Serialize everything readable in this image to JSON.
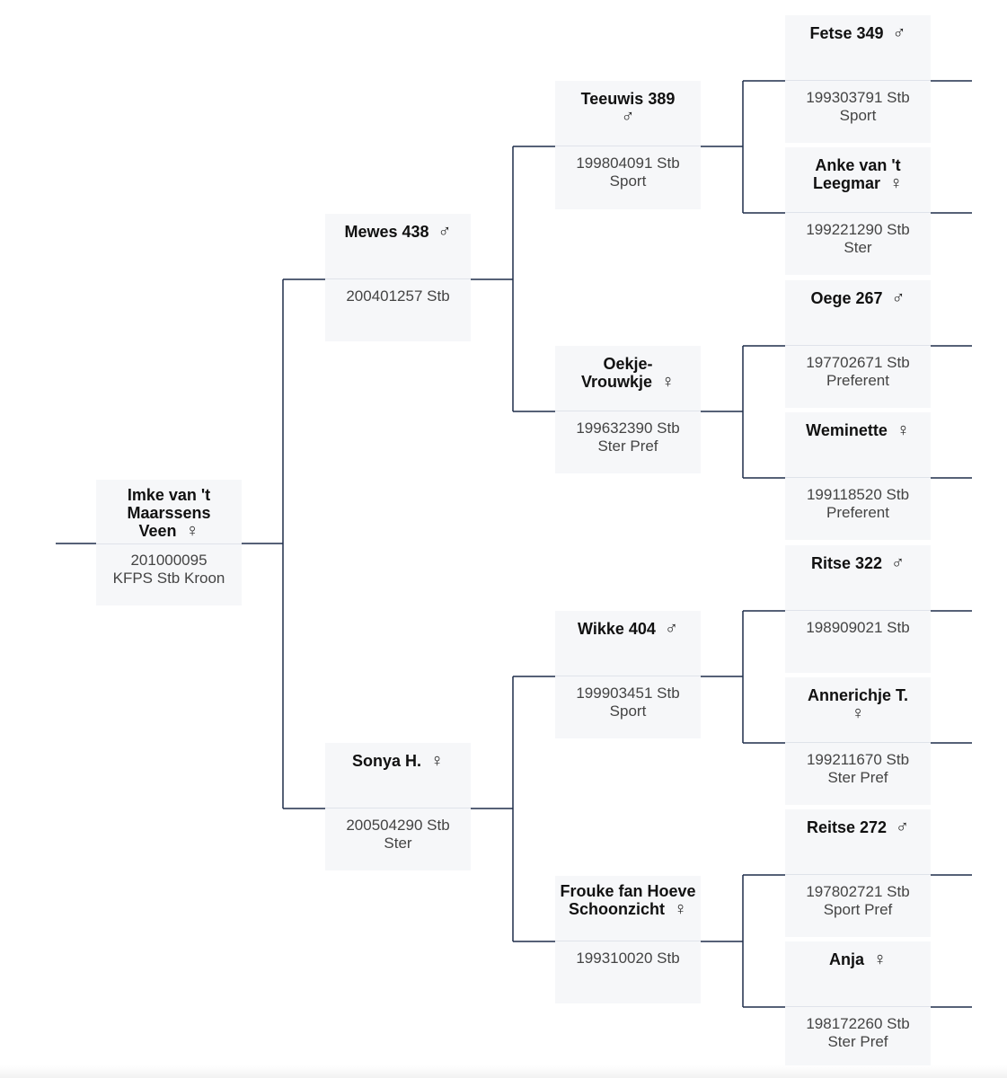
{
  "colors": {
    "line": "#1f2d4a",
    "card": "#f6f7f9",
    "separator": "#dfe3ea"
  },
  "pedigree": {
    "subject": {
      "name": "Imke van 't Maarssens Veen",
      "sex": "female-icon",
      "sex_glyph": "♀",
      "reg": "201000095\nKFPS Stb Kroon"
    },
    "sire": {
      "name": "Mewes 438",
      "sex": "male-icon",
      "sex_glyph": "♂",
      "reg": "200401257 Stb"
    },
    "dam": {
      "name": "Sonya H.",
      "sex": "female-icon",
      "sex_glyph": "♀",
      "reg": "200504290 Stb\nSter"
    },
    "sire_sire": {
      "name": "Teeuwis 389",
      "sex": "male-icon",
      "sex_glyph": "♂",
      "reg": "199804091 Stb\nSport"
    },
    "sire_dam": {
      "name": "Oekje-Vrouwkje",
      "sex": "female-icon",
      "sex_glyph": "♀",
      "reg": "199632390 Stb\nSter Pref"
    },
    "dam_sire": {
      "name": "Wikke 404",
      "sex": "male-icon",
      "sex_glyph": "♂",
      "reg": "199903451 Stb\nSport"
    },
    "dam_dam": {
      "name": "Frouke fan Hoeve Schoonzicht",
      "sex": "female-icon",
      "sex_glyph": "♀",
      "reg": "199310020 Stb"
    },
    "ss_sire": {
      "name": "Fetse 349",
      "sex": "male-icon",
      "sex_glyph": "♂",
      "reg": "199303791 Stb\nSport"
    },
    "ss_dam": {
      "name": "Anke van 't Leegmar",
      "sex": "female-icon",
      "sex_glyph": "♀",
      "reg": "199221290 Stb\nSter"
    },
    "sd_sire": {
      "name": "Oege 267",
      "sex": "male-icon",
      "sex_glyph": "♂",
      "reg": "197702671 Stb\nPreferent"
    },
    "sd_dam": {
      "name": "Weminette",
      "sex": "female-icon",
      "sex_glyph": "♀",
      "reg": "199118520 Stb\nPreferent"
    },
    "ds_sire": {
      "name": "Ritse 322",
      "sex": "male-icon",
      "sex_glyph": "♂",
      "reg": "198909021 Stb"
    },
    "ds_dam": {
      "name": "Annerichje T.",
      "sex": "female-icon",
      "sex_glyph": "♀",
      "reg": "199211670 Stb\nSter Pref"
    },
    "dd_sire": {
      "name": "Reitse 272",
      "sex": "male-icon",
      "sex_glyph": "♂",
      "reg": "197802721 Stb\nSport Pref"
    },
    "dd_dam": {
      "name": "Anja",
      "sex": "female-icon",
      "sex_glyph": "♀",
      "reg": "198172260 Stb\nSter Pref"
    }
  }
}
